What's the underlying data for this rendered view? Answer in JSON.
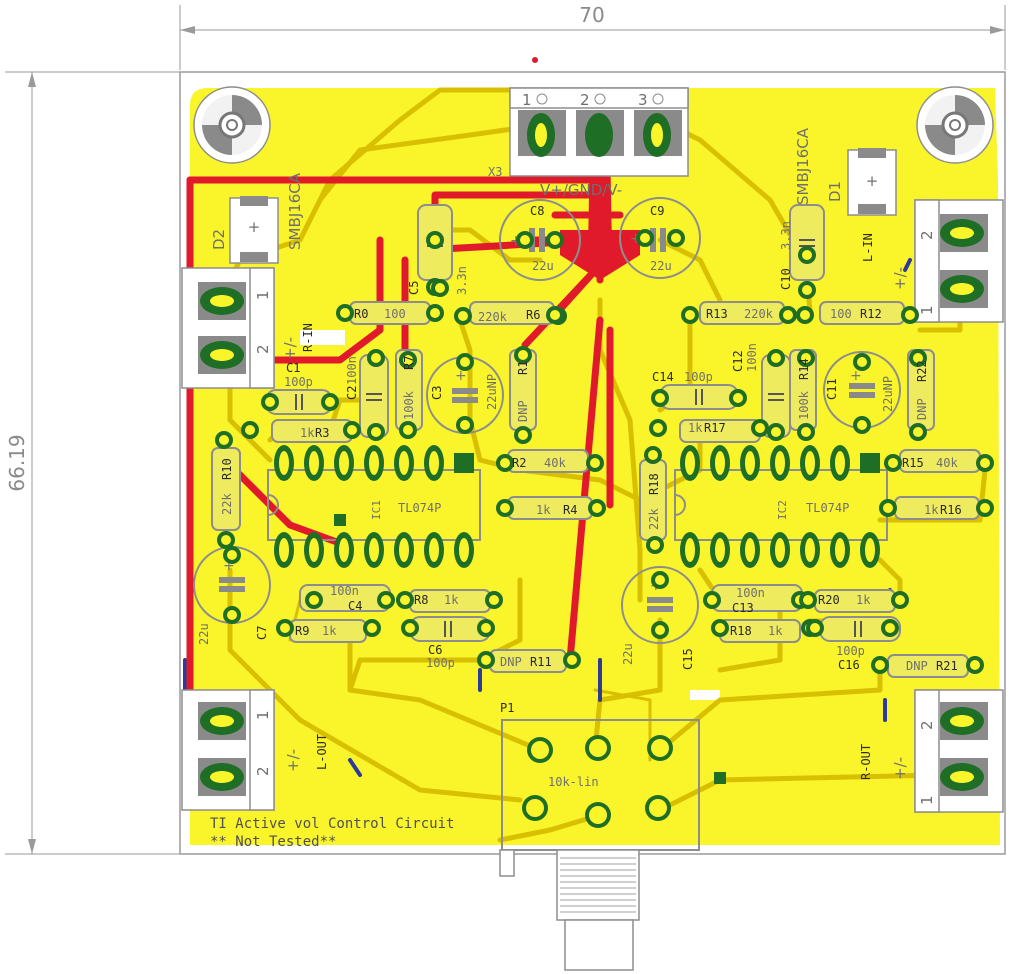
{
  "dimensions": {
    "width_label": "70",
    "height_label": "66.19"
  },
  "board": {
    "title_line1": "TI Active vol Control Circuit",
    "title_line2": "** Not Tested**",
    "colors": {
      "copper": "#f9f52a",
      "silk": "#8d8d8d",
      "pad": "#1f6e26",
      "via": "#2e3a99",
      "wire": "#e01a2a"
    }
  },
  "connectors": {
    "x3": {
      "ref": "X3",
      "pins": [
        "1",
        "2",
        "3"
      ],
      "label": "V+/GND/V-"
    },
    "r_in": {
      "label": "R-IN",
      "pins": [
        "1",
        "2"
      ],
      "polarity": "+/-"
    },
    "l_in": {
      "label": "L-IN",
      "pins": [
        "1",
        "2"
      ],
      "polarity": "+/-"
    },
    "l_out": {
      "label": "L-OUT",
      "pins": [
        "1",
        "2"
      ],
      "polarity": "+/-"
    },
    "r_out": {
      "label": "R-OUT",
      "pins": [
        "1",
        "2"
      ],
      "polarity": "+/-"
    },
    "p1": {
      "ref": "P1",
      "value": "10k-lin"
    }
  },
  "ics": [
    {
      "ref": "IC1",
      "value": "TL074P"
    },
    {
      "ref": "IC2",
      "value": "TL074P"
    }
  ],
  "diodes": [
    {
      "ref": "D1",
      "value": "SMBJ16CA"
    },
    {
      "ref": "D2",
      "value": "SMBJ16CA"
    }
  ],
  "components": {
    "r1": {
      "ref": "R1",
      "value": "DNP"
    },
    "r2": {
      "ref": "R2",
      "value": "40k"
    },
    "r3": {
      "ref": "R3",
      "value": "1k"
    },
    "r4": {
      "ref": "R4",
      "value": "1k"
    },
    "r6": {
      "ref": "R6",
      "value": "220k"
    },
    "r7": {
      "ref": "R7",
      "value": "100k"
    },
    "r8": {
      "ref": "R8",
      "value": "1k"
    },
    "r9": {
      "ref": "R9",
      "value": "1k"
    },
    "r0": {
      "ref": "R0",
      "value": "100"
    },
    "r10": {
      "ref": "R10",
      "value": "22k"
    },
    "r11": {
      "ref": "R11",
      "value": "DNP"
    },
    "r12": {
      "ref": "R12",
      "value": "100"
    },
    "r13": {
      "ref": "R13",
      "value": "220k"
    },
    "r14": {
      "ref": "R14",
      "value": "100k"
    },
    "r15": {
      "ref": "R15",
      "value": "40k"
    },
    "r16": {
      "ref": "R16",
      "value": "1k"
    },
    "r17": {
      "ref": "R17",
      "value": "1k"
    },
    "r18a": {
      "ref": "R18",
      "value": "22k"
    },
    "r18b": {
      "ref": "R18",
      "value": "1k"
    },
    "r20": {
      "ref": "R20",
      "value": "1k"
    },
    "r21": {
      "ref": "R21",
      "value": "DNP"
    },
    "r22": {
      "ref": "R22",
      "value": "DNP"
    },
    "c1": {
      "ref": "C1",
      "value": "100p"
    },
    "c2": {
      "ref": "C2",
      "value": "100n"
    },
    "c3": {
      "ref": "C3",
      "value": "22uNP"
    },
    "c4": {
      "ref": "C4",
      "value": "100n"
    },
    "c5": {
      "ref": "C5",
      "value": "3.3n"
    },
    "c6": {
      "ref": "C6",
      "value": "100p"
    },
    "c7": {
      "ref": "C7",
      "value": "22u"
    },
    "c8": {
      "ref": "C8",
      "value": "22u"
    },
    "c9": {
      "ref": "C9",
      "value": "22u"
    },
    "c10": {
      "ref": "C10",
      "value": "3.3n"
    },
    "c11": {
      "ref": "C11",
      "value": "22uNP"
    },
    "c12": {
      "ref": "C12",
      "value": "100n"
    },
    "c13": {
      "ref": "C13",
      "value": "100n"
    },
    "c14": {
      "ref": "C14",
      "value": "100p"
    },
    "c15": {
      "ref": "C15",
      "value": "22u"
    },
    "c16": {
      "ref": "C16",
      "value": "100p"
    }
  }
}
